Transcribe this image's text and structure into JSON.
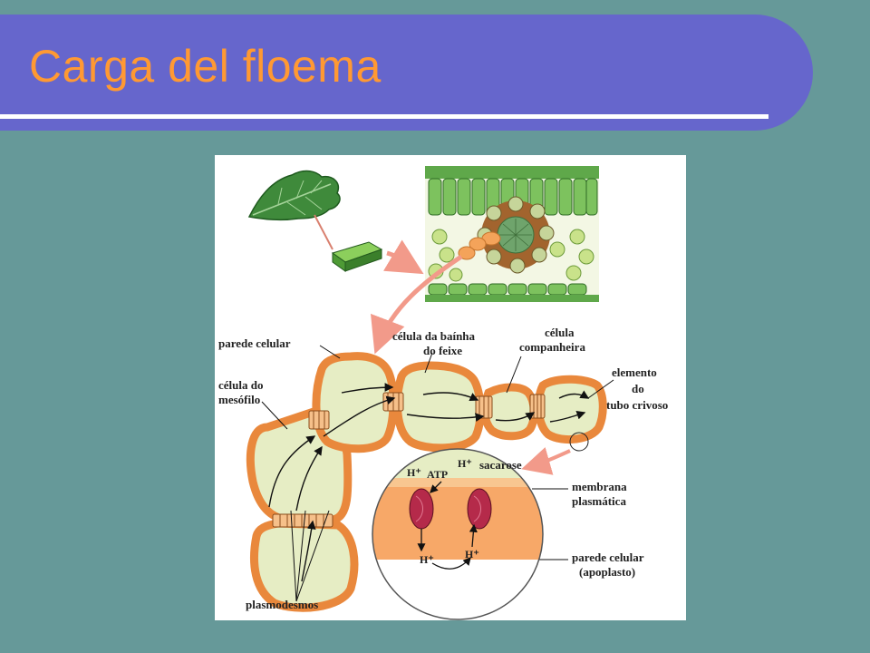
{
  "slide": {
    "title": "Carga del floema",
    "colors": {
      "background": "#669999",
      "title_bar": "#6666cc",
      "title_text": "#ff9933",
      "cell_fill": "#e6edc4",
      "cell_wall": "#f4a35a"
    }
  },
  "figure": {
    "labels": {
      "parede_celular": "parede celular",
      "celula_do": "célula do",
      "mesofilo": "mesófilo",
      "bainha_1": "célula da baínha",
      "bainha_2": "do feixe",
      "companheira_1": "célula",
      "companheira_2": "companheira",
      "elemento_1": "elemento",
      "elemento_2": "do",
      "elemento_3": "tubo crivoso",
      "membrana_1": "membrana",
      "membrana_2": "plasmática",
      "apoplasto_1": "parede celular",
      "apoplasto_2": "(apoplasto)",
      "plasmodesmos": "plasmodesmos",
      "sacarose": "sacarose",
      "atp": "ATP",
      "h_plus": "H⁺"
    }
  }
}
